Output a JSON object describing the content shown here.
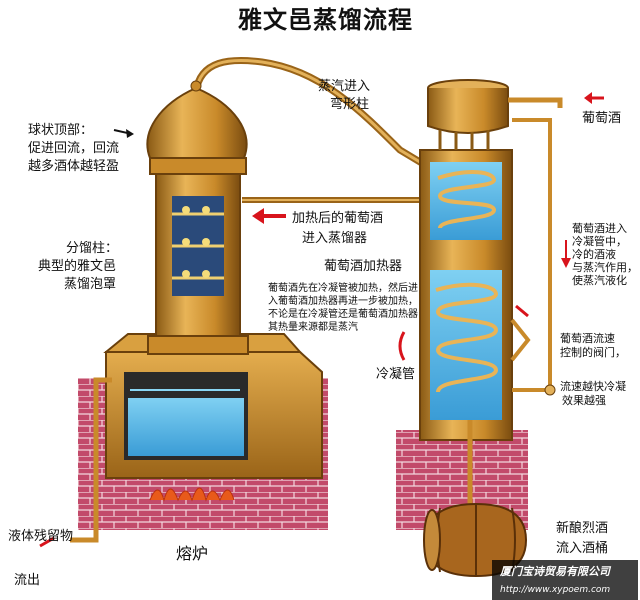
{
  "title": "雅文邑蒸馏流程",
  "labels": {
    "dome": [
      "球状顶部：",
      "促进回流，回流",
      "越多酒体越轻盈"
    ],
    "vapor": [
      "蒸汽进入",
      "弯形柱"
    ],
    "wine_in": "葡萄酒",
    "heated_wine": [
      "加热后的葡萄酒",
      "进入蒸馏器"
    ],
    "column": [
      "分馏柱：",
      "典型的雅文邑",
      "蒸馏泡罩"
    ],
    "wine_heater": "葡萄酒加热器",
    "note": [
      "葡萄酒先在冷凝管被加热，然后进",
      "入葡萄酒加热器再进一步被加热，",
      "不论是在冷凝管还是葡萄酒加热器",
      "其热量来源都是蒸汽"
    ],
    "condenser_entry": [
      "葡萄酒进入",
      "冷凝管中，",
      "冷的酒液",
      "与蒸汽作用，",
      "使蒸汽液化"
    ],
    "condenser": "冷凝管",
    "valve": [
      "葡萄酒流速",
      "控制的阀门，"
    ],
    "flow": [
      "流速越快冷凝",
      "效果越强"
    ],
    "residue": "液体残留物",
    "outflow": "流出",
    "furnace": "熔炉",
    "new_spirit": [
      "新酿烈酒",
      "流入酒桶"
    ]
  },
  "watermark": [
    "厦门宝诗贸易有限公司",
    "http://www.xypoem.com"
  ],
  "colors": {
    "copper": "#c98a2a",
    "copper_dark": "#8a5a14",
    "brick": "#b8385c",
    "water": "#52b6e6",
    "arrow": "#d8141c"
  }
}
